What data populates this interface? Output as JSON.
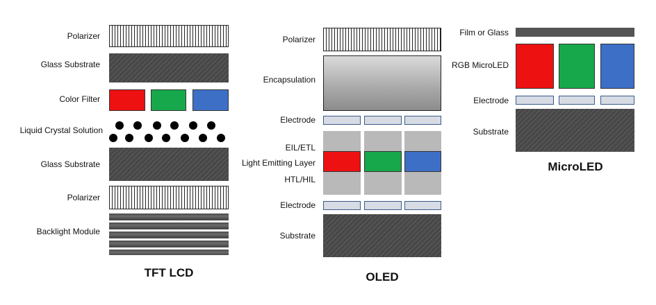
{
  "colors": {
    "red": "#ee1111",
    "green": "#16a84a",
    "blue": "#3d6fc6",
    "substrate": "#4b4b4b",
    "electrode_fill": "#d6dbe4",
    "electrode_border": "#3a5a8a"
  },
  "tft": {
    "title": "TFT LCD",
    "labels": {
      "polarizer_top": "Polarizer",
      "glass_top": "Glass Substrate",
      "color_filter": "Color Filter",
      "liquid_crystal": "Liquid Crystal Solution",
      "glass_bottom": "Glass Substrate",
      "polarizer_bottom": "Polarizer",
      "backlight": "Backlight Module"
    }
  },
  "oled": {
    "title": "OLED",
    "labels": {
      "polarizer": "Polarizer",
      "encapsulation": "Encapsulation",
      "electrode_top": "Electrode",
      "eil_etl": "EIL/ETL",
      "emitting": "Light Emitting Layer",
      "htl_hil": "HTL/HIL",
      "electrode_bottom": "Electrode",
      "substrate": "Substrate"
    }
  },
  "microled": {
    "title": "MicroLED",
    "labels": {
      "film": "Film or Glass",
      "rgb": "RGB MicroLED",
      "electrode": "Electrode",
      "substrate": "Substrate"
    }
  }
}
